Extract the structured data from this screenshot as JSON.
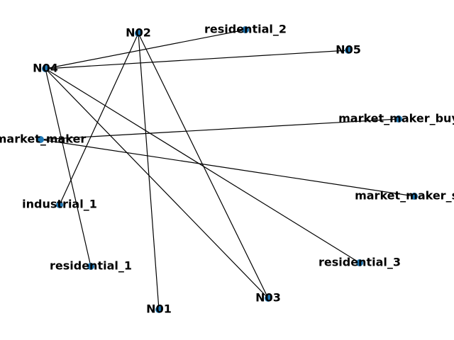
{
  "colors": {
    "node": "#1f77b4",
    "edge": "#000000",
    "label": "#000000",
    "background": "#ffffff"
  },
  "graph": {
    "nodes": [
      {
        "id": "N02",
        "label": "N02"
      },
      {
        "id": "residential_2",
        "label": "residential_2"
      },
      {
        "id": "N05",
        "label": "N05"
      },
      {
        "id": "N04",
        "label": "N04"
      },
      {
        "id": "market_maker_buy",
        "label": "market_maker_buy"
      },
      {
        "id": "market_maker",
        "label": "market_maker"
      },
      {
        "id": "market_maker_sell",
        "label": "market_maker_sell"
      },
      {
        "id": "industrial_1",
        "label": "industrial_1"
      },
      {
        "id": "residential_3",
        "label": "residential_3"
      },
      {
        "id": "residential_1",
        "label": "residential_1"
      },
      {
        "id": "N03",
        "label": "N03"
      },
      {
        "id": "N01",
        "label": "N01"
      }
    ],
    "edges": [
      {
        "source": "N04",
        "target": "residential_2"
      },
      {
        "source": "N04",
        "target": "N05"
      },
      {
        "source": "N04",
        "target": "residential_1"
      },
      {
        "source": "N04",
        "target": "N03"
      },
      {
        "source": "N04",
        "target": "residential_3"
      },
      {
        "source": "N02",
        "target": "industrial_1"
      },
      {
        "source": "N02",
        "target": "N01"
      },
      {
        "source": "N02",
        "target": "N03"
      },
      {
        "source": "market_maker",
        "target": "market_maker_buy"
      },
      {
        "source": "market_maker",
        "target": "market_maker_sell"
      }
    ]
  }
}
